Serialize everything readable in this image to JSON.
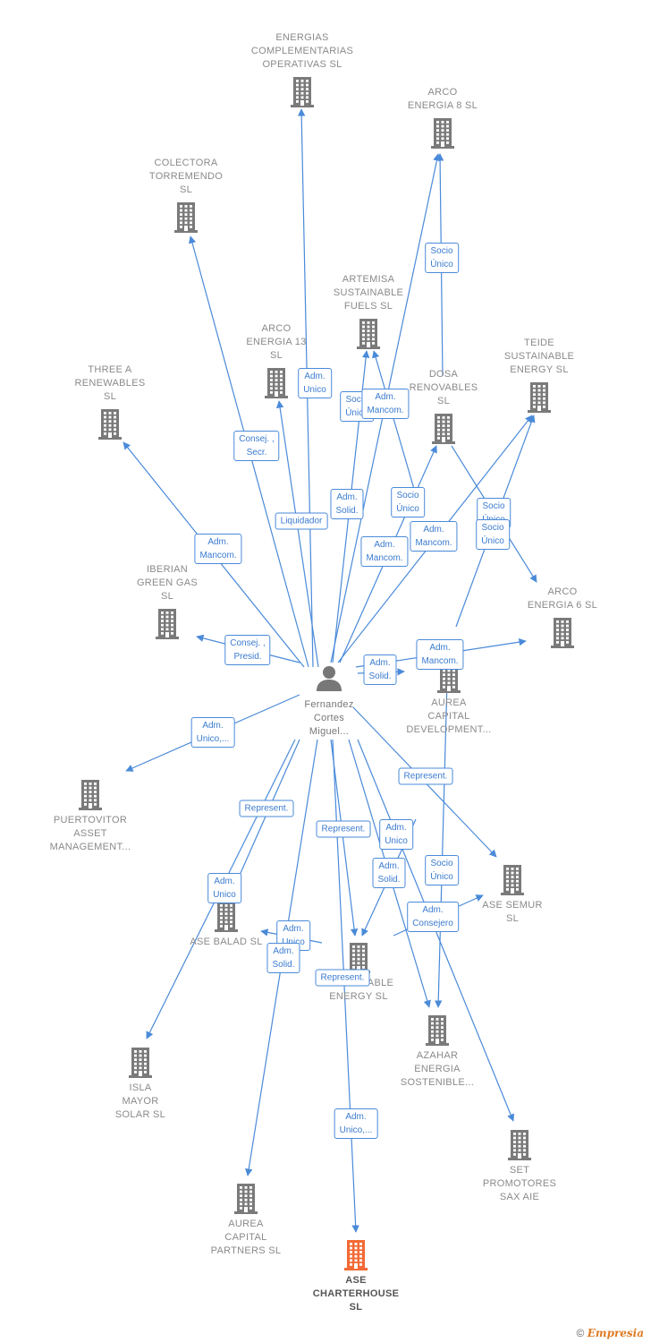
{
  "center": {
    "name": "Fernandez\nCortes\nMiguel..."
  },
  "companies": [
    {
      "id": "energias",
      "name": "ENERGIAS\nCOMPLEMENTARIAS\nOPERATIVAS SL"
    },
    {
      "id": "arco8",
      "name": "ARCO\nENERGIA 8  SL"
    },
    {
      "id": "colectora",
      "name": "COLECTORA\nTORREMENDO\nSL"
    },
    {
      "id": "artemisa",
      "name": "ARTEMISA\nSUSTAINABLE\nFUELS  SL"
    },
    {
      "id": "arco13",
      "name": "ARCO\nENERGIA 13\nSL"
    },
    {
      "id": "teide",
      "name": "TEIDE\nSUSTAINABLE\nENERGY  SL"
    },
    {
      "id": "three",
      "name": "THREE A\nRENEWABLES\nSL"
    },
    {
      "id": "dosa",
      "name": "DOSA\nRENOVABLES\nSL"
    },
    {
      "id": "iberian",
      "name": "IBERIAN\nGREEN GAS\nSL"
    },
    {
      "id": "arco6",
      "name": "ARCO\nENERGIA 6  SL"
    },
    {
      "id": "aurea_dev",
      "name": "AUREA\nCAPITAL\nDEVELOPMENT..."
    },
    {
      "id": "puertovitor",
      "name": "PUERTOVITOR\nASSET\nMANAGEMENT..."
    },
    {
      "id": "ase_semur",
      "name": "ASE SEMUR\nSL"
    },
    {
      "id": "ase_balad",
      "name": "ASE BALAD  SL"
    },
    {
      "id": "sustainable",
      "name": "SUSTAINABLE\nENERGY  SL"
    },
    {
      "id": "azahar",
      "name": "AZAHAR\nENERGIA\nSOSTENIBLE..."
    },
    {
      "id": "isla",
      "name": "ISLA\nMAYOR\nSOLAR  SL"
    },
    {
      "id": "set",
      "name": "SET\nPROMOTORES\nSAX AIE"
    },
    {
      "id": "aurea_partners",
      "name": "AUREA\nCAPITAL\nPARTNERS  SL"
    },
    {
      "id": "ase_charterhouse",
      "name": "ASE\nCHARTERHOUSE\nSL"
    }
  ],
  "relations": [
    {
      "id": "r_adm_unico_energias",
      "label": "Adm.\nUnico"
    },
    {
      "id": "r_socio_arco8",
      "label": "Socio\nÚnico"
    },
    {
      "id": "r_consej_secr",
      "label": "Consej. ,\nSecr."
    },
    {
      "id": "r_socio_unico_art",
      "label": "Socio\nÚnico"
    },
    {
      "id": "r_adm_mancom_1",
      "label": "Adm.\nMancom."
    },
    {
      "id": "r_adm_solid_1",
      "label": "Adm.\nSolid."
    },
    {
      "id": "r_liquidador",
      "label": "Liquidador"
    },
    {
      "id": "r_socio_unico_dosa",
      "label": "Socio\nÚnico"
    },
    {
      "id": "r_adm_mancom_three",
      "label": "Adm.\nMancom."
    },
    {
      "id": "r_adm_mancom_2",
      "label": "Adm.\nMancom."
    },
    {
      "id": "r_adm_mancom_3",
      "label": "Adm.\nMancom."
    },
    {
      "id": "r_socio_teide",
      "label": "Socio\nÚnico"
    },
    {
      "id": "r_socio_arco6",
      "label": "Socio\nÚnico"
    },
    {
      "id": "r_consej_presid",
      "label": "Consej. ,\nPresid."
    },
    {
      "id": "r_adm_solid_2",
      "label": "Adm.\nSolid."
    },
    {
      "id": "r_adm_mancom_aurea",
      "label": "Adm.\nMancom."
    },
    {
      "id": "r_adm_unico_puerto",
      "label": "Adm.\nUnico,..."
    },
    {
      "id": "r_represent_1",
      "label": "Represent."
    },
    {
      "id": "r_represent_2",
      "label": "Represent."
    },
    {
      "id": "r_represent_3",
      "label": "Represent."
    },
    {
      "id": "r_adm_unico_2",
      "label": "Adm.\nUnico"
    },
    {
      "id": "r_adm_solid_3",
      "label": "Adm.\nSolid."
    },
    {
      "id": "r_socio_unico_3",
      "label": "Socio\nÚnico"
    },
    {
      "id": "r_adm_unico_balad",
      "label": "Adm.\nUnico"
    },
    {
      "id": "r_adm_consejero",
      "label": "Adm.\nConsejero"
    },
    {
      "id": "r_adm_unico_3",
      "label": "Adm.\nUnico"
    },
    {
      "id": "r_adm_solid_4",
      "label": "Adm.\nSolid."
    },
    {
      "id": "r_represent_4",
      "label": "Represent."
    },
    {
      "id": "r_adm_unico_charter",
      "label": "Adm.\nUnico,..."
    }
  ],
  "colors": {
    "edge": "#4a8ad9",
    "building": "#7a7a7a",
    "highlight": "#f26a36",
    "person": "#777777"
  },
  "footer": {
    "copyright": "©",
    "brand": "Empresia"
  }
}
